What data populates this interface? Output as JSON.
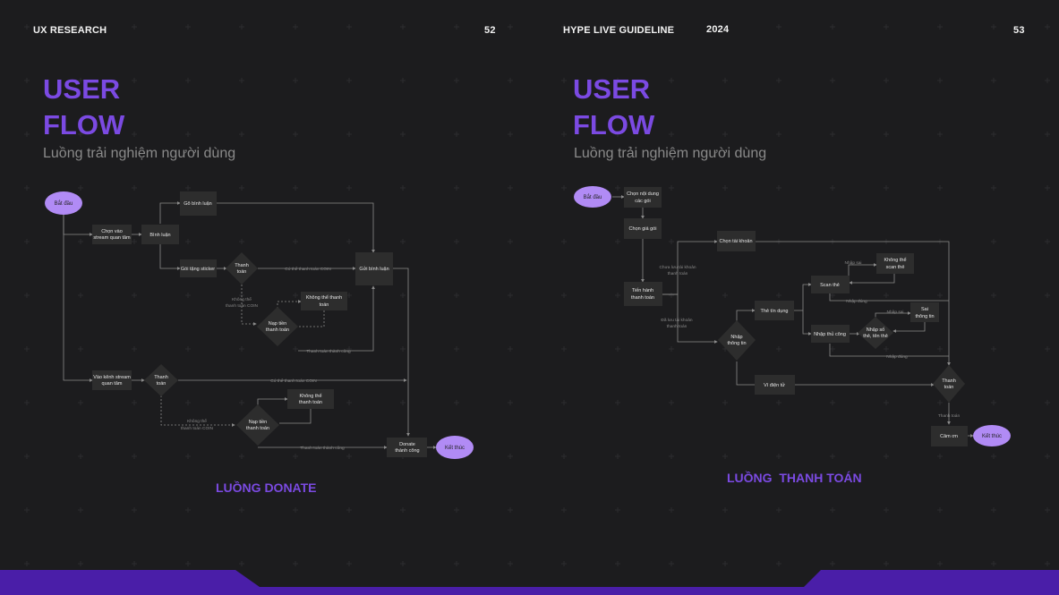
{
  "header": {
    "left_section": "UX RESEARCH",
    "left_page": "52",
    "right_section": "HYPE LIVE GUIDELINE",
    "year": "2024",
    "right_page": "53"
  },
  "left": {
    "title_line1": "USER",
    "title_line2": "FLOW",
    "subtitle": "Luồng trải nghiệm người dùng",
    "flow_name": "LUỒNG DONATE",
    "nodes": {
      "start": "Bắt đầu",
      "choose_stream_1": "Chọn vào",
      "choose_stream_2": "stream quan tâm",
      "comment": "Bình luận",
      "type_comment": "Gõ bình luận",
      "sticker": "Gói tặng sticker",
      "pay1_1": "Thanh",
      "pay1_2": "toán",
      "send_comment": "Gửi bình luận",
      "cant_pay1_1": "Không thể thanh",
      "cant_pay1_2": "toán",
      "topup1_1": "Nạp tiền",
      "topup1_2": "thanh toán",
      "enter_channel_1": "Vào kênh stream",
      "enter_channel_2": "quan tâm",
      "pay2_1": "Thanh",
      "pay2_2": "toán",
      "cant_pay2_1": "Không thể",
      "cant_pay2_2": "thanh toán",
      "topup2_1": "Nạp tiền",
      "topup2_2": "thanh toán",
      "donate_ok_1": "Donate",
      "donate_ok_2": "thành công",
      "end": "Kết thúc"
    },
    "edges": {
      "coin_can_pay_1": "Có thể thanh toán COIN",
      "coin_cant_1": "Không thể",
      "coin_cant_2": "thanh toán COIN",
      "pay_success_1": "Thanh toán thành công",
      "coin_can_pay_2": "Có thể thanh toán COIN",
      "coin_cant2_1": "Không thể",
      "coin_cant2_2": "thanh toán COIN",
      "pay_success_2": "Thanh toán thành công"
    }
  },
  "right": {
    "title_line1": "USER",
    "title_line2": "FLOW",
    "subtitle": "Luồng trải nghiệm người dùng",
    "flow_name": "LUỒNG  THANH TOÁN",
    "nodes": {
      "start": "Bắt đầu",
      "choose_content_1": "Chọn nội dung",
      "choose_content_2": "các gói",
      "choose_price": "Chọn giá gói",
      "choose_account": "Chọn tài khoản",
      "proceed_1": "Tiến hành",
      "proceed_2": "thanh toán",
      "scan_card": "Scan thẻ",
      "cant_scan_1": "Không thể",
      "cant_scan_2": "scan thẻ",
      "credit_card": "Thẻ tín dụng",
      "enter_info_1": "Nhập",
      "enter_info_2": "thông tin",
      "manual_entry": "Nhập thủ công",
      "enter_card_1": "Nhập số",
      "enter_card_2": "thẻ, tên thẻ",
      "wrong_info_1": "Sai",
      "wrong_info_2": "thông tin",
      "ewallet": "Ví điện tử",
      "pay_1": "Thanh",
      "pay_2": "toán",
      "thanks": "Cảm ơn",
      "end": "Kết thúc"
    },
    "edges": {
      "has_account_1": "Chưa lưu tài khoản",
      "has_account_2": "thanh toán",
      "saved_account_1": "Đã lưu tài khoản",
      "saved_account_2": "thanh toán",
      "wrong_entry_1": "Nhập sai",
      "right_entry_1": "Nhập đúng",
      "wrong_entry_2": "Nhập sai",
      "right_entry_2": "Nhập đúng",
      "paid": "Thanh toán"
    }
  },
  "colors": {
    "background": "#1c1c1e",
    "accent_purple": "#7b4ae2",
    "node_fill": "#2d2d2d",
    "oval_fill": "#b18bf5",
    "footer_purple": "#4a1ea8"
  }
}
